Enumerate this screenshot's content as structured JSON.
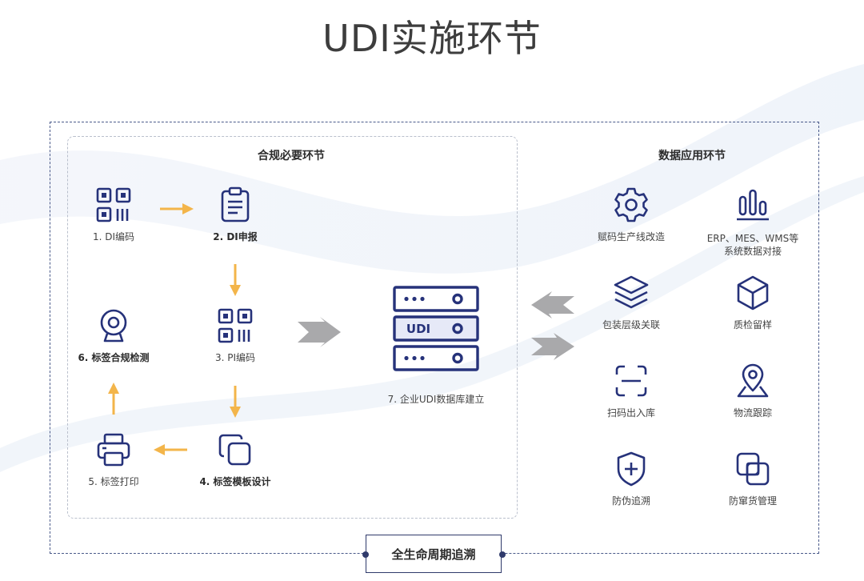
{
  "title": "UDI实施环节",
  "compliance": {
    "title": "合规必要环节",
    "steps": [
      {
        "label": "1. DI编码",
        "icon": "qr-code-icon"
      },
      {
        "label": "2. DI申报",
        "icon": "clipboard-icon"
      },
      {
        "label": "3. PI编码",
        "icon": "qr-code-icon"
      },
      {
        "label": "4. 标签模板设计",
        "icon": "copy-icon"
      },
      {
        "label": "5. 标签打印",
        "icon": "printer-icon"
      },
      {
        "label": "6. 标签合规检测",
        "icon": "webcam-icon"
      }
    ]
  },
  "database": {
    "label": "7. 企业UDI数据库建立",
    "server_text": "UDI",
    "icon": "server-stack-icon"
  },
  "applications": {
    "title": "数据应用环节",
    "items": [
      {
        "label": "赋码生产线改造",
        "icon": "gear-icon"
      },
      {
        "label": "ERP、MES、WMS等",
        "label2": "系统数据对接",
        "icon": "bar-chart-icon"
      },
      {
        "label": "包装层级关联",
        "icon": "layers-icon"
      },
      {
        "label": "质检留样",
        "icon": "cube-icon"
      },
      {
        "label": "扫码出入库",
        "icon": "scan-icon"
      },
      {
        "label": "物流跟踪",
        "icon": "map-pin-icon"
      },
      {
        "label": "防伪追溯",
        "icon": "shield-plus-icon"
      },
      {
        "label": "防窜货管理",
        "icon": "overlap-squares-icon"
      }
    ]
  },
  "lifecycle": "全生命周期追溯",
  "colors": {
    "icon_navy": "#26327a",
    "arrow_orange": "#f3b54a",
    "arrow_gray": "#a9a9ab",
    "border_navy": "#2f3a6b"
  }
}
